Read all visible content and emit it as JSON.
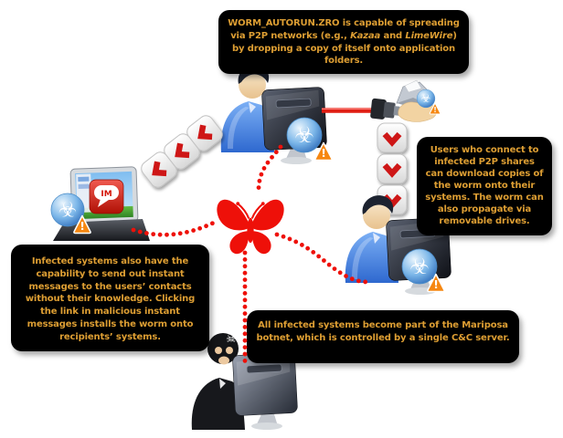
{
  "colors": {
    "callout_bg": "#000000",
    "callout_text": "#dd9e33",
    "accent_red": "#ee1009",
    "chevron_red": "#ce1312",
    "biohazard_blue": "#3f7fca",
    "warning_orange": "#f68711",
    "user_shirt_blue": "#2e68cf",
    "hacker_black": "#17181c"
  },
  "callouts": {
    "p2p_spreading": {
      "segments": [
        {
          "t": "WORM_AUTORUN.ZRO",
          "b": true
        },
        {
          "t": " is capable of spreading via P2P networks (e.g., "
        },
        {
          "t": "Kazaa",
          "i": true
        },
        {
          "t": " and "
        },
        {
          "t": "LimeWire",
          "i": true
        },
        {
          "t": ") by dropping a copy of itself onto application folders."
        }
      ]
    },
    "p2p_download": {
      "text": "Users who connect to infected P2P shares can download copies of the worm onto their systems. The worm can also propagate via removable drives."
    },
    "instant_messaging": {
      "text": "Infected systems also have the capability to send out instant messages to the users’ contacts without their knowledge. Clicking the link in malicious instant messages installs the worm onto recipients’ systems."
    },
    "botnet": {
      "text": "All infected systems become part of the Mariposa botnet, which is controlled by a single C&C server."
    }
  },
  "labels": {
    "im": "IM"
  },
  "icons": {
    "biohazard_glyph": "☣",
    "skull_glyph": "☠",
    "warning_glyph": "!"
  }
}
